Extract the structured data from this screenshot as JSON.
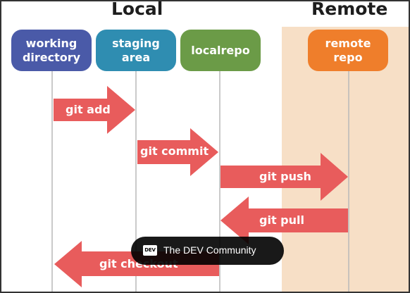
{
  "headings": {
    "local": "Local",
    "remote": "Remote"
  },
  "nodes": [
    {
      "label": "working\ndirectory",
      "color": "#4a5aa8"
    },
    {
      "label": "staging\narea",
      "color": "#2f8db1"
    },
    {
      "label": "localrepo",
      "color": "#6b9b47"
    },
    {
      "label": "remote\nrepo",
      "color": "#ef7e2b"
    }
  ],
  "arrows": [
    {
      "label": "git add",
      "from": "working directory",
      "to": "staging area"
    },
    {
      "label": "git commit",
      "from": "staging area",
      "to": "localrepo"
    },
    {
      "label": "git push",
      "from": "localrepo",
      "to": "remote repo"
    },
    {
      "label": "git pull",
      "from": "remote repo",
      "to": "localrepo"
    },
    {
      "label": "git checkout",
      "from": "localrepo",
      "to": "working directory"
    }
  ],
  "colors": {
    "arrow": "#e85c5c",
    "remote_zone": "#f7dfc6",
    "lifeline": "#b8b8b8",
    "border": "#333333"
  },
  "toast": {
    "logo_text": "DEV",
    "text": "The DEV Community"
  }
}
